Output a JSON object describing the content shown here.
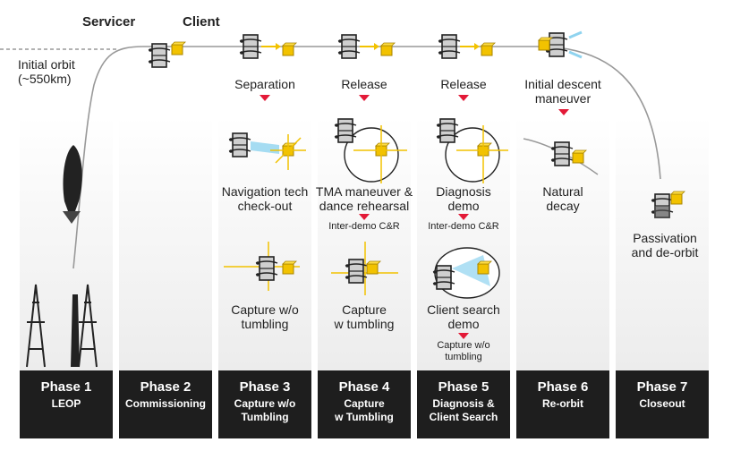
{
  "header": {
    "servicer": "Servicer",
    "client": "Client"
  },
  "initial_orbit": {
    "line1": "Initial orbit",
    "line2": "(~550km)"
  },
  "top_labels": {
    "p3": "Separation",
    "p4": "Release",
    "p5": "Release",
    "p6_line1": "Initial descent",
    "p6_line2": "maneuver"
  },
  "activities": {
    "p3_a_1": "Navigation tech",
    "p3_a_2": "check-out",
    "p3_b_1": "Capture w/o",
    "p3_b_2": "tumbling",
    "p4_a_1": "TMA maneuver &",
    "p4_a_2": "dance rehearsal",
    "p4_mid": "Inter-demo C&R",
    "p4_b_1": "Capture",
    "p4_b_2": "w tumbling",
    "p5_a_1": "Diagnosis",
    "p5_a_2": "demo",
    "p5_mid": "Inter-demo C&R",
    "p5_b_1": "Client search",
    "p5_b_2": "demo",
    "p5_c_1": "Capture w/o",
    "p5_c_2": "tumbling",
    "p6_a_1": "Natural",
    "p6_a_2": "decay",
    "p7_a_1": "Passivation",
    "p7_a_2": "and de-orbit"
  },
  "phases": [
    {
      "title": "Phase 1",
      "sub1": "LEOP",
      "sub2": ""
    },
    {
      "title": "Phase 2",
      "sub1": "Commissioning",
      "sub2": ""
    },
    {
      "title": "Phase 3",
      "sub1": "Capture w/o",
      "sub2": "Tumbling"
    },
    {
      "title": "Phase 4",
      "sub1": "Capture",
      "sub2": "w Tumbling"
    },
    {
      "title": "Phase 5",
      "sub1": "Diagnosis &",
      "sub2": "Client Search"
    },
    {
      "title": "Phase 6",
      "sub1": "Re-orbit",
      "sub2": ""
    },
    {
      "title": "Phase 7",
      "sub1": "Closeout",
      "sub2": ""
    }
  ],
  "colors": {
    "accent": "#e31937",
    "dark": "#1e1e1e",
    "client": "#f2c200",
    "beam": "#8fd3ef"
  }
}
